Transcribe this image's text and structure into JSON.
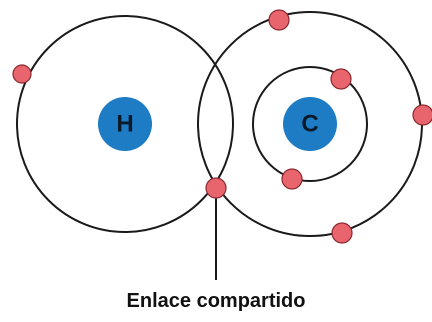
{
  "atoms": {
    "hydrogen": {
      "symbol": "H"
    },
    "carbon": {
      "symbol": "C"
    }
  },
  "bond": {
    "label": "Enlace compartido"
  },
  "colors": {
    "nucleus": "#1e7cc4",
    "electron": "#e8656d",
    "line": "#1a1a1a"
  }
}
